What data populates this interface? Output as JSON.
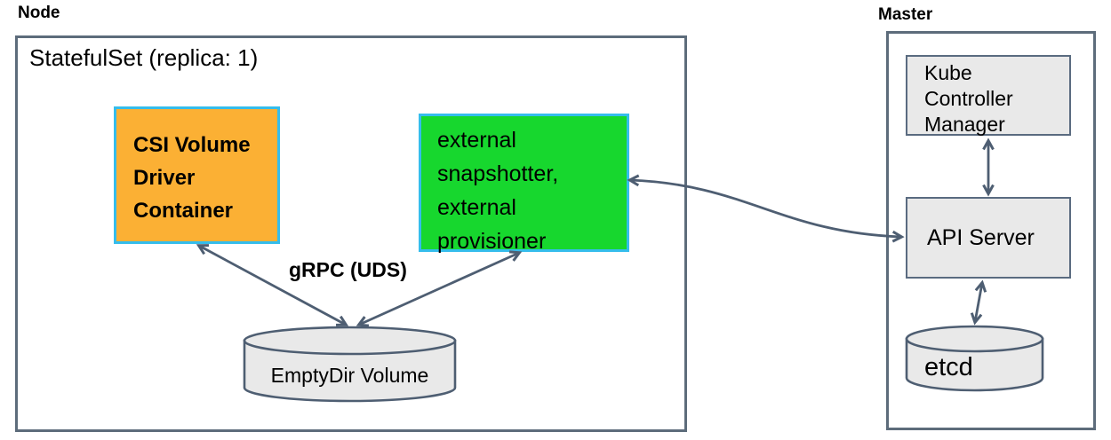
{
  "colors": {
    "arrow": "#4e5e72",
    "outer_border": "#5d6c7b",
    "gray_border": "#5a6b80",
    "gray_fill": "#e9e9e9",
    "csi_fill": "#fbb034",
    "sidecar_fill": "#17d72e",
    "accent_border": "#35bdec",
    "text": "#000000",
    "background": "#ffffff"
  },
  "node": {
    "label": "Node",
    "statefulset_title": "StatefulSet (replica: 1)",
    "csi_box": {
      "lines": [
        "CSI Volume",
        "Driver",
        "Container"
      ]
    },
    "sidecar_box": {
      "lines": [
        "external",
        "snapshotter,",
        "external",
        "provisioner"
      ]
    },
    "grpc_label": "gRPC (UDS)",
    "emptydir_label": "EmptyDir Volume"
  },
  "master": {
    "label": "Master",
    "kcm_box": {
      "lines": [
        "Kube",
        "Controller",
        "Manager"
      ]
    },
    "api_server_label": "API Server",
    "etcd_label": "etcd"
  }
}
